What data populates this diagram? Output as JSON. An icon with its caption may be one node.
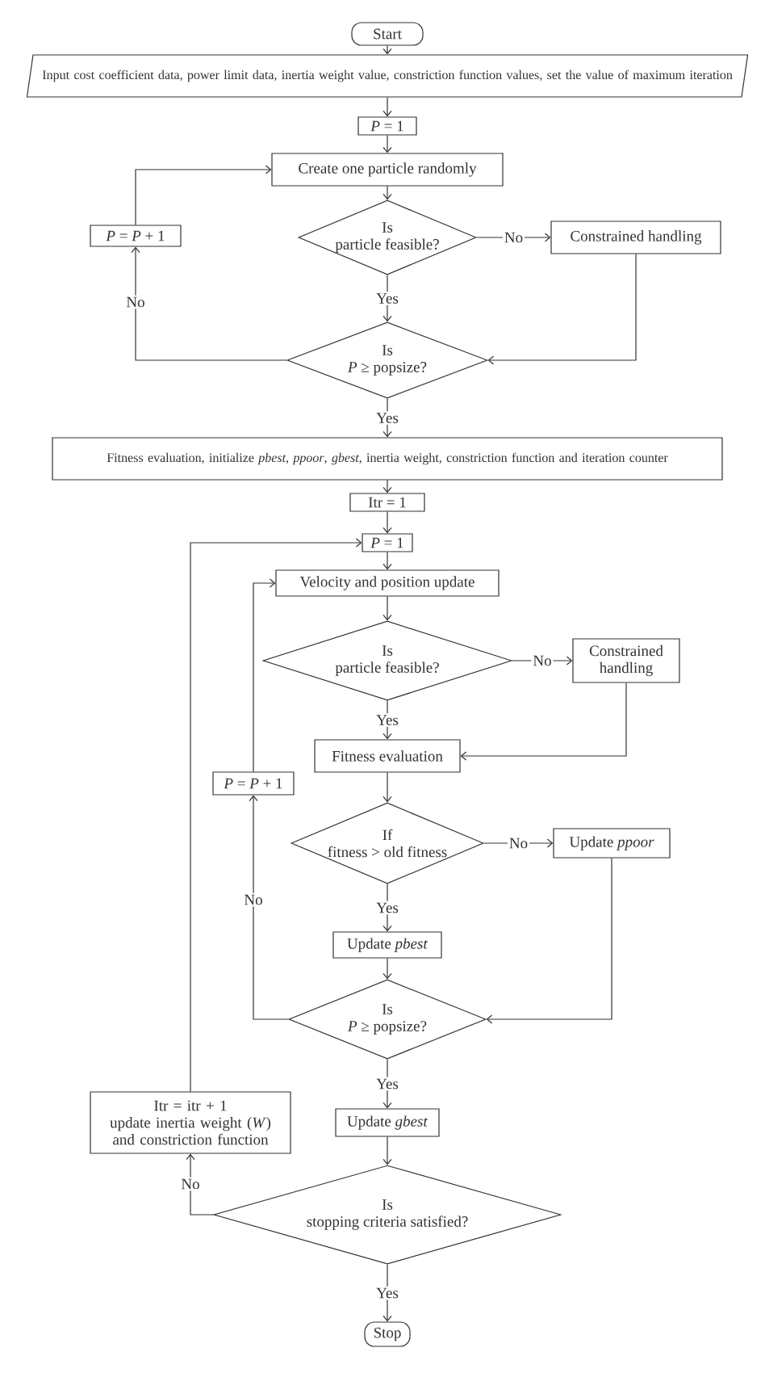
{
  "diagram": {
    "nodes": [
      {
        "text": [
          "Start"
        ]
      },
      {
        "text": [
          "Input cost coefficient data, power limit data, inertia weight value, constriction function values, set the value of maximum iteration"
        ]
      },
      {
        "text": [
          "*P* = 1"
        ]
      },
      {
        "text": [
          "Create one particle randomly"
        ]
      },
      {
        "text": [
          "Is",
          "particle feasible?"
        ]
      },
      {
        "text": [
          "Constrained handling"
        ]
      },
      {
        "text": [
          "Is",
          "*P* ≥ popsize?"
        ]
      },
      {
        "text": [
          "*P* = *P* + 1"
        ]
      },
      {
        "text": [
          "Fitness evaluation, initialize *pbest*, *ppoor*, *gbest*, inertia weight, constriction function and iteration counter"
        ]
      },
      {
        "text": [
          "Itr = 1"
        ]
      },
      {
        "text": [
          "*P* = 1"
        ]
      },
      {
        "text": [
          "Velocity and position update"
        ]
      },
      {
        "text": [
          "Is",
          "particle feasible?"
        ]
      },
      {
        "text": [
          "Constrained handling"
        ]
      },
      {
        "text": [
          "Fitness evaluation"
        ]
      },
      {
        "text": [
          "*P* = *P* + 1"
        ]
      },
      {
        "text": [
          "If",
          "fitness > old fitness"
        ]
      },
      {
        "text": [
          "Update *ppoor*"
        ]
      },
      {
        "text": [
          "Update *pbest*"
        ]
      },
      {
        "text": [
          "Is",
          "*P* ≥ popsize?"
        ]
      },
      {
        "text": [
          "Update *gbest*"
        ]
      },
      {
        "text": [
          "Itr = itr + 1",
          "update inertia weight (*W*) and constriction function"
        ]
      },
      {
        "text": [
          "Is",
          "stopping criteria satisfied?"
        ]
      },
      {
        "text": [
          "Stop"
        ]
      }
    ],
    "edges": [
      {
        "from": 0,
        "to": 1,
        "arrow": "to"
      },
      {
        "from": 1,
        "to": 2,
        "arrow": "to"
      },
      {
        "from": 2,
        "to": 3,
        "arrow": "to"
      },
      {
        "from": 3,
        "to": 4,
        "arrow": "to"
      },
      {
        "from": 4,
        "to": 5,
        "arrow": "to",
        "label": "No"
      },
      {
        "from": 4,
        "to": 6,
        "arrow": "to",
        "label": "Yes"
      },
      {
        "from": 5,
        "to": 6,
        "arrow": "to"
      },
      {
        "from": 6,
        "to": 7,
        "arrow": "to",
        "label": "No"
      },
      {
        "from": 7,
        "to": 3,
        "arrow": "to"
      },
      {
        "from": 6,
        "to": 8,
        "arrow": "to",
        "label": "Yes"
      },
      {
        "from": 8,
        "to": 9,
        "arrow": "to"
      },
      {
        "from": 9,
        "to": 10,
        "arrow": "to"
      },
      {
        "from": 10,
        "to": 11,
        "arrow": "to"
      },
      {
        "from": 11,
        "to": 12,
        "arrow": "to"
      },
      {
        "from": 12,
        "to": 13,
        "arrow": "to",
        "label": "No"
      },
      {
        "from": 12,
        "to": 14,
        "arrow": "to",
        "label": "Yes"
      },
      {
        "from": 13,
        "to": 14,
        "arrow": "to"
      },
      {
        "from": 14,
        "to": 16,
        "arrow": "to"
      },
      {
        "from": 16,
        "to": 17,
        "arrow": "to",
        "label": "No"
      },
      {
        "from": 16,
        "to": 18,
        "arrow": "to",
        "label": "Yes"
      },
      {
        "from": 17,
        "to": 19,
        "arrow": "to"
      },
      {
        "from": 18,
        "to": 19,
        "arrow": "to"
      },
      {
        "from": 19,
        "to": 15,
        "arrow": "to",
        "label": "No"
      },
      {
        "from": 15,
        "to": 11,
        "arrow": "to"
      },
      {
        "from": 19,
        "to": 20,
        "arrow": "to",
        "label": "Yes"
      },
      {
        "from": 20,
        "to": 22,
        "arrow": "to"
      },
      {
        "from": 22,
        "to": 21,
        "arrow": "to",
        "label": "No"
      },
      {
        "from": 21,
        "to": 10,
        "arrow": "to"
      },
      {
        "from": 22,
        "to": 23,
        "arrow": "to",
        "label": "Yes"
      }
    ]
  }
}
